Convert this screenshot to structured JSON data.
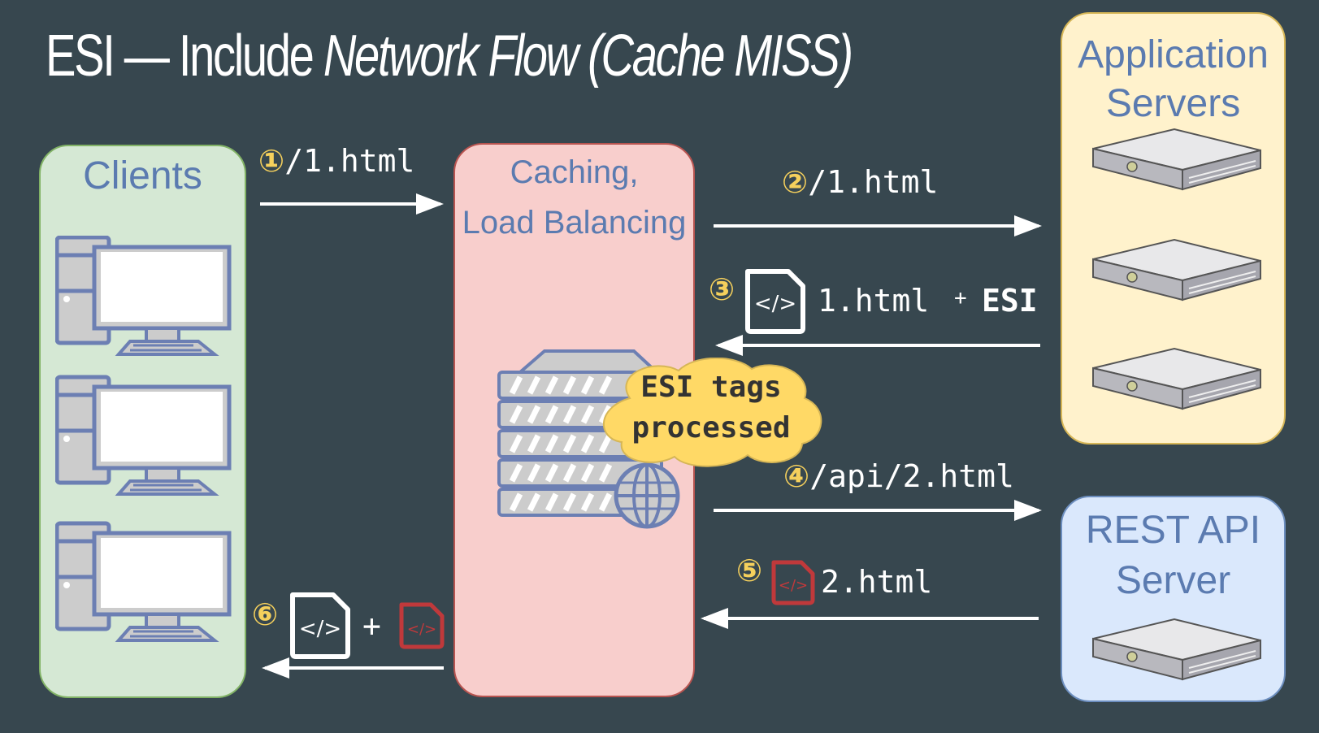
{
  "title": {
    "prefix": "ESI — Include",
    "italic": "Network Flow (Cache MISS)"
  },
  "nodes": {
    "clients": {
      "label": "Clients",
      "computer_count": 3
    },
    "caching": {
      "label_line1": "Caching,",
      "label_line2": "Load Balancing"
    },
    "app_servers": {
      "label_line1": "Application",
      "label_line2": "Servers",
      "server_count": 3
    },
    "rest_api": {
      "label_line1": "REST API",
      "label_line2": "Server",
      "server_count": 1
    }
  },
  "steps": [
    {
      "num": "①",
      "text": "/1.html",
      "direction": "right"
    },
    {
      "num": "②",
      "text": "/1.html",
      "direction": "right"
    },
    {
      "num": "③",
      "text": "1.html",
      "plus": "+",
      "extra": "ESI",
      "direction": "left"
    },
    {
      "num": "④",
      "text": "/api/2.html",
      "direction": "right"
    },
    {
      "num": "⑤",
      "text": "2.html",
      "direction": "left"
    },
    {
      "num": "⑥",
      "plus": "+",
      "direction": "left"
    }
  ],
  "cloud": {
    "line1": "ESI tags",
    "line2": "processed"
  },
  "colors": {
    "background": "#37474f",
    "accent_number": "#f5d05c",
    "clients_fill": "#d5e8d4",
    "caching_fill": "#f8cecc",
    "app_fill": "#fff2cc",
    "rest_fill": "#dae8fc",
    "label_blue": "#5b7bb0",
    "red_doc": "#c0393b"
  }
}
